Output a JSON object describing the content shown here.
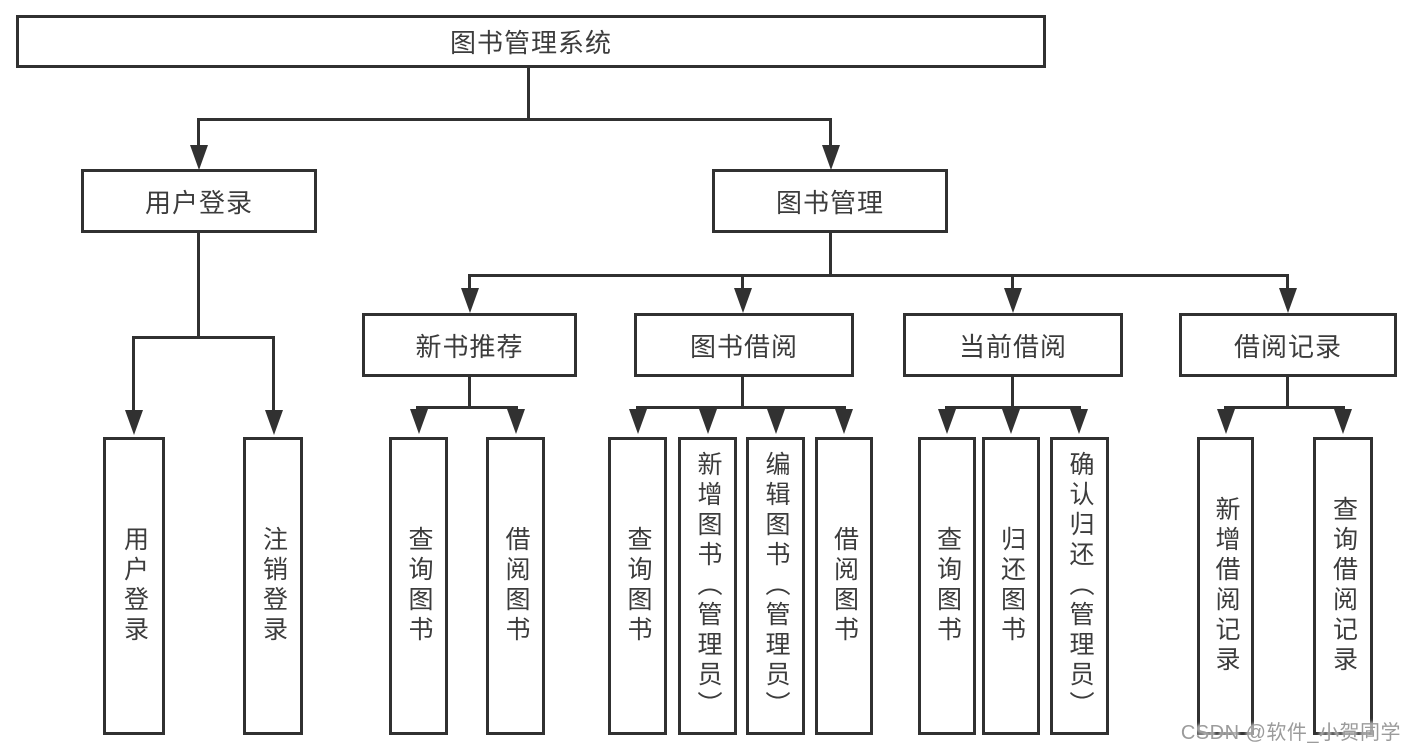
{
  "diagram_title": "图书管理系统",
  "tree": {
    "root": {
      "label": "图书管理系统",
      "children": [
        {
          "label": "用户登录",
          "children": [
            {
              "label": "用户登录"
            },
            {
              "label": "注销登录"
            }
          ]
        },
        {
          "label": "图书管理",
          "children": [
            {
              "label": "新书推荐",
              "children": [
                {
                  "label": "查询图书"
                },
                {
                  "label": "借阅图书"
                }
              ]
            },
            {
              "label": "图书借阅",
              "children": [
                {
                  "label": "查询图书"
                },
                {
                  "label": "新增图书（管理员）"
                },
                {
                  "label": "编辑图书（管理员）"
                },
                {
                  "label": "借阅图书"
                }
              ]
            },
            {
              "label": "当前借阅",
              "children": [
                {
                  "label": "查询图书"
                },
                {
                  "label": "归还图书"
                },
                {
                  "label": "确认归还（管理员）"
                }
              ]
            },
            {
              "label": "借阅记录",
              "children": [
                {
                  "label": "新增借阅记录"
                },
                {
                  "label": "查询借阅记录"
                }
              ]
            }
          ]
        }
      ]
    }
  },
  "watermark": {
    "text": "CSDN @软件_小贺同学"
  },
  "colors": {
    "background": "#ffffff",
    "line": "#313131",
    "box_border": "#313131",
    "text": "#3c3c3c",
    "watermark": "#9b9b9b"
  }
}
